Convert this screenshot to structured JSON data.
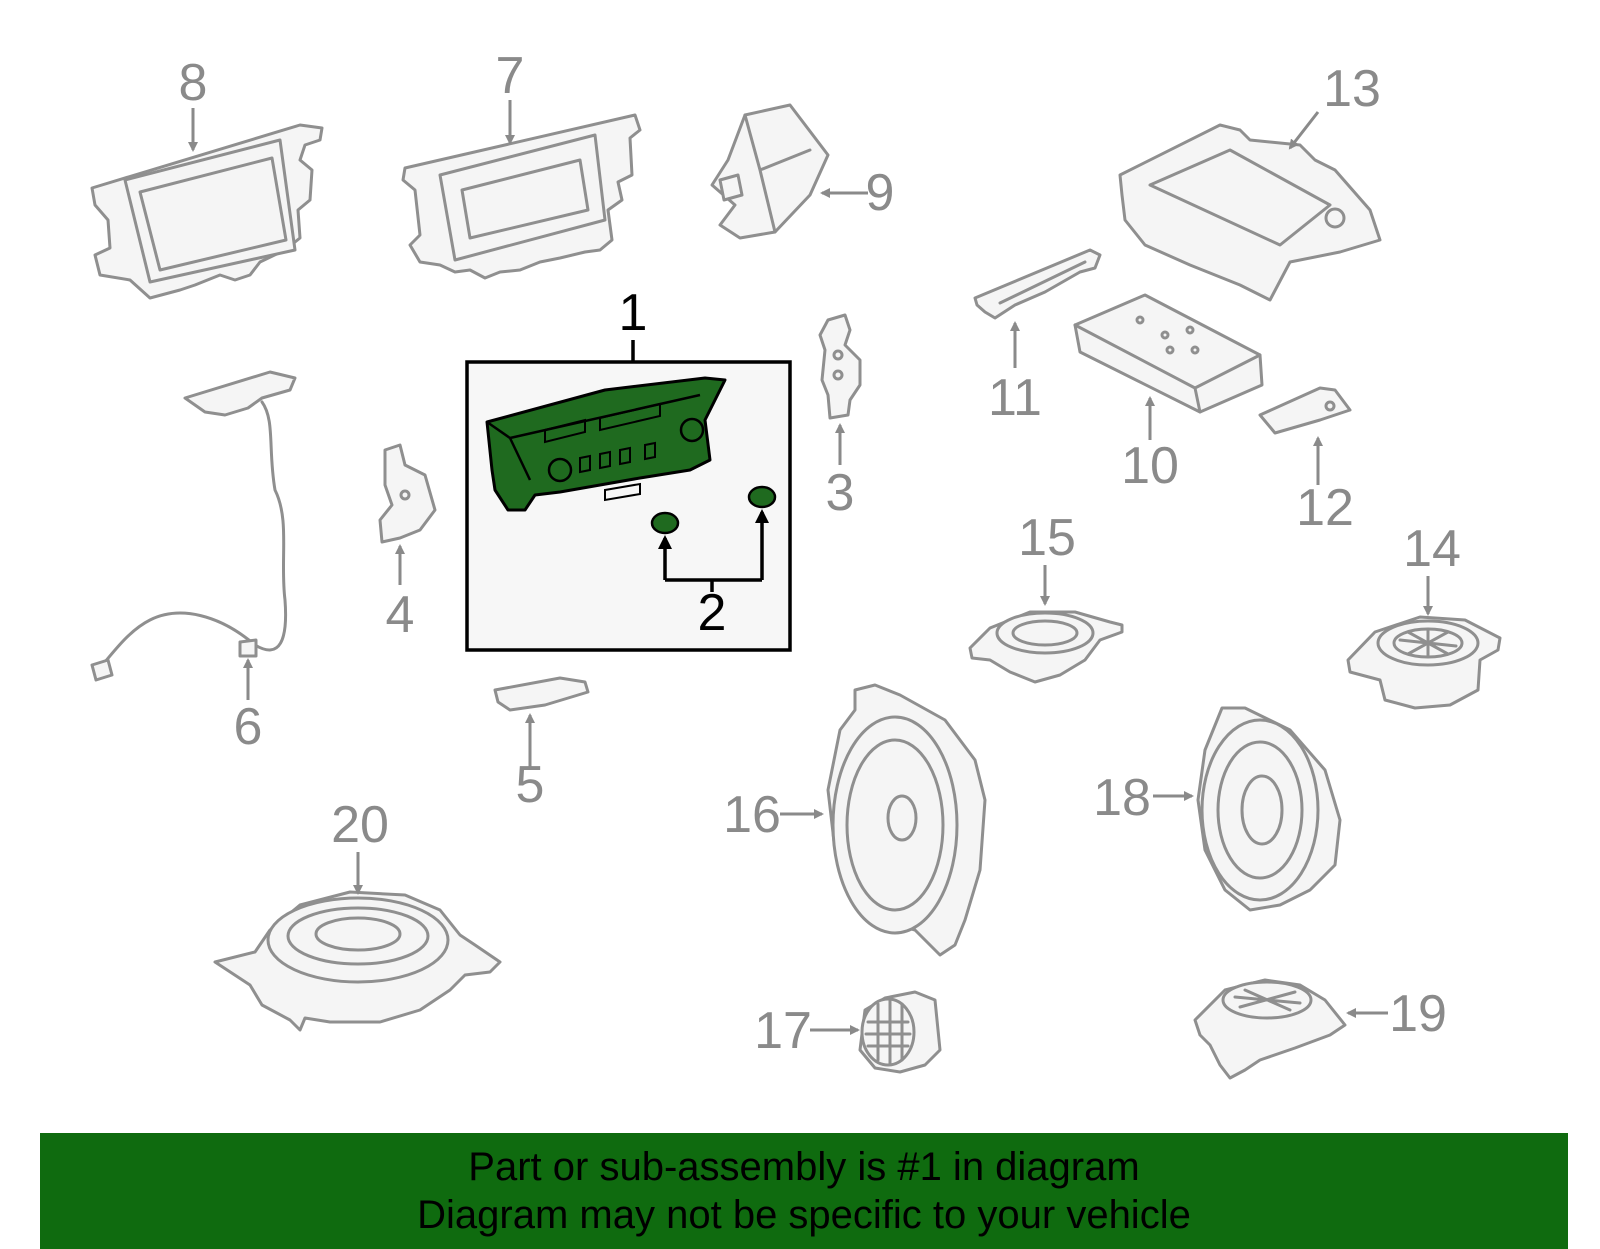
{
  "callouts": {
    "c1": "1",
    "c2": "2",
    "c3": "3",
    "c4": "4",
    "c5": "5",
    "c6": "6",
    "c7": "7",
    "c8": "8",
    "c9": "9",
    "c10": "10",
    "c11": "11",
    "c12": "12",
    "c13": "13",
    "c14": "14",
    "c15": "15",
    "c16": "16",
    "c17": "17",
    "c18": "18",
    "c19": "19",
    "c20": "20"
  },
  "banner": {
    "line1": "Part or sub-assembly is #1 in diagram",
    "line2": "Diagram may not be specific to your vehicle"
  },
  "colors": {
    "highlight_part": "#1f6a1f",
    "banner_background": "#0f6b0f",
    "other_parts_stroke": "#8f8f8f",
    "callout_grey": "#8a8a8a"
  }
}
